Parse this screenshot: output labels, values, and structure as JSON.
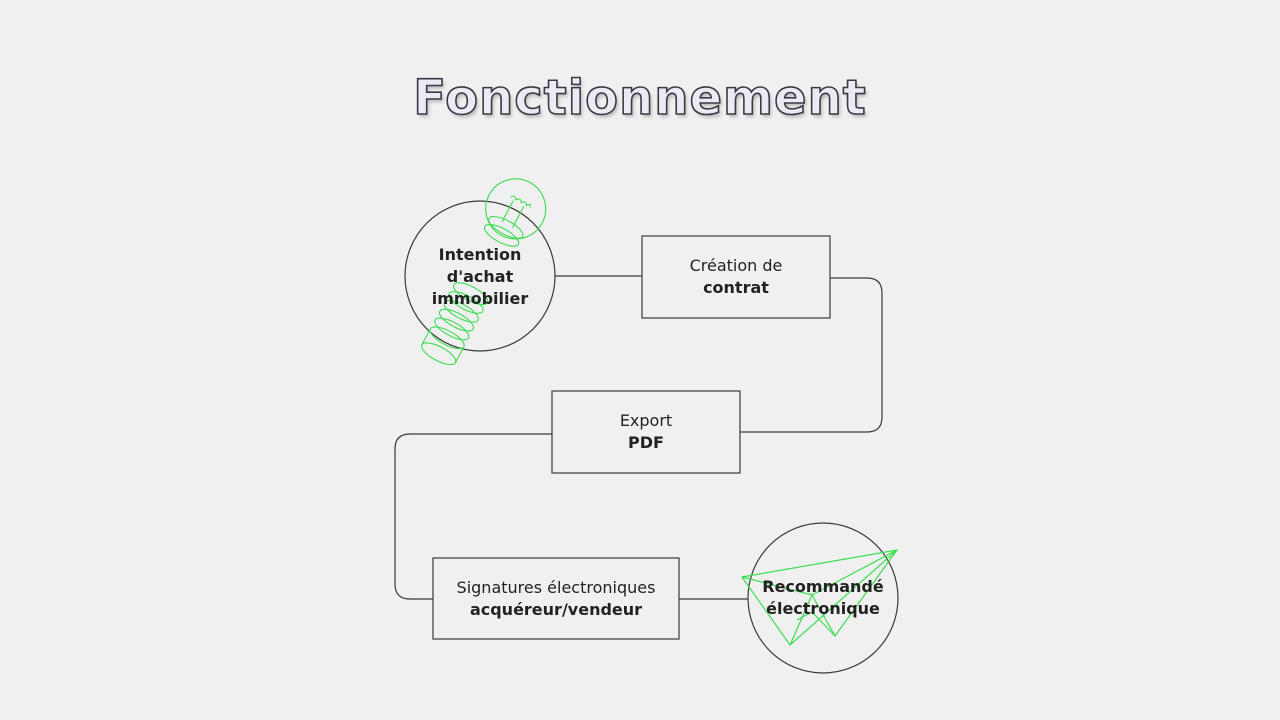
{
  "slide": {
    "title": "Fonctionnement"
  },
  "colors": {
    "background": "#f0f0f0",
    "stroke": "#3a3a3a",
    "accent_green": "#3ddc52"
  },
  "nodes": {
    "intention": {
      "lines": [
        "Intention",
        "d'achat",
        "immobilier"
      ],
      "icon": "lightbulb-icon"
    },
    "creation": {
      "line1": "Création de",
      "line2": "contrat"
    },
    "export": {
      "line1": "Export",
      "line2": "PDF"
    },
    "signatures": {
      "line1": "Signatures électroniques",
      "line2": "acquéreur/vendeur"
    },
    "recommande": {
      "line1": "Recommandé",
      "line2": "électronique",
      "icon": "paper-plane-icon"
    }
  }
}
